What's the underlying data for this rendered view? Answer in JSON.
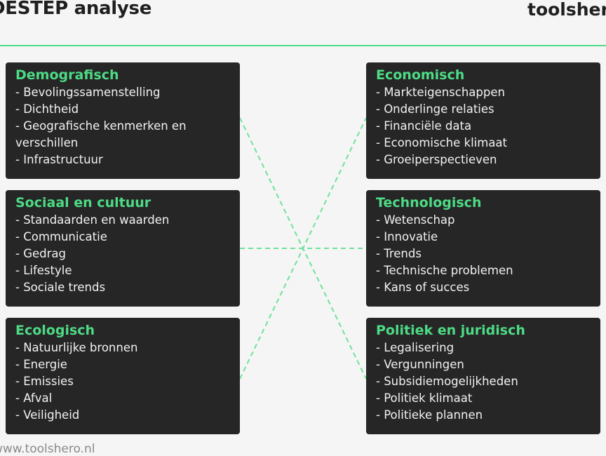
{
  "header": {
    "title": "DESTEP analyse",
    "brand": "toolshero"
  },
  "colors": {
    "accent": "#4ddb85",
    "box_bg": "#262626",
    "page_bg": "#f5f5f5"
  },
  "boxes": [
    {
      "title": "Demografisch",
      "items": [
        "- Bevolingssamenstelling",
        "- Dichtheid",
        "- Geografische kenmerken en verschillen",
        "- Infrastructuur"
      ]
    },
    {
      "title": "Sociaal en cultuur",
      "items": [
        "- Standaarden en waarden",
        "- Communicatie",
        "- Gedrag",
        "- Lifestyle",
        "- Sociale trends"
      ]
    },
    {
      "title": "Ecologisch",
      "items": [
        "- Natuurlijke bronnen",
        "- Energie",
        "- Emissies",
        "- Afval",
        "- Veiligheid"
      ]
    },
    {
      "title": "Economisch",
      "items": [
        "- Markteigenschappen",
        "- Onderlinge relaties",
        "- Financiële data",
        "- Economische klimaat",
        "- Groeiperspectieven"
      ]
    },
    {
      "title": "Technologisch",
      "items": [
        "- Wetenschap",
        "- Innovatie",
        "- Trends",
        "- Technische problemen",
        "- Kans of succes"
      ]
    },
    {
      "title": "Politiek en juridisch",
      "items": [
        "- Legalisering",
        "- Vergunningen",
        "- Subsidiemogelijkheden",
        "- Politiek klimaat",
        "- Politieke plannen"
      ]
    }
  ],
  "footer": {
    "url": "www.toolshero.nl"
  }
}
